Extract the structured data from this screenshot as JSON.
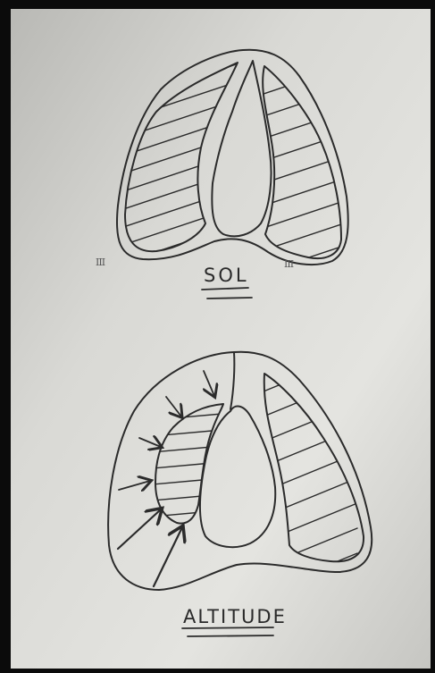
{
  "diagram": {
    "top_label": "SOL",
    "bottom_label": "ALTITUDE",
    "mark_left": "III",
    "mark_right": "III"
  },
  "colors": {
    "paper": "#dcdcd8",
    "ink": "#2b2b2b",
    "border": "#0b0b0b"
  }
}
